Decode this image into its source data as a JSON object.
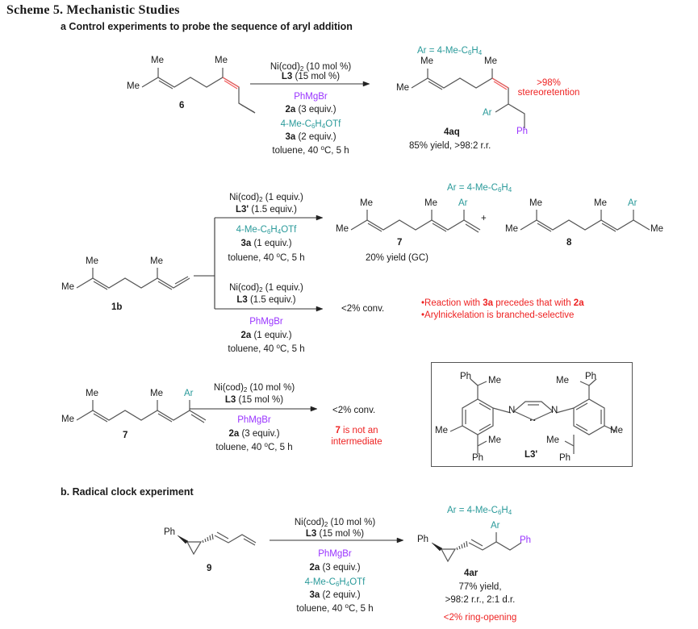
{
  "scheme_title": "Scheme 5. Mechanistic Studies",
  "section_a": {
    "heading": "a Control experiments to probe the sequence of aryl addition",
    "rxn1": {
      "substrate_label": "6",
      "substrate_me1": "Me",
      "substrate_me2": "Me",
      "substrate_me3": "Me",
      "cond_catalyst": "Ni(cod)",
      "cond_catalyst_sub": "2",
      "cond_catalyst_amount": " (10 mol %)",
      "cond_ligand": "L3",
      "cond_ligand_amount": " (15 mol %)",
      "cond_grignard": "PhMgBr",
      "cond_grignard_id": "2a",
      "cond_grignard_amount": " (3 equiv.)",
      "cond_triflate_pre": "4-Me-C",
      "cond_triflate_sub1": "6",
      "cond_triflate_mid": "H",
      "cond_triflate_sub2": "4",
      "cond_triflate_post": "OTf",
      "cond_triflate_id": "3a",
      "cond_triflate_amount": " (2 equiv.)",
      "cond_solvent": "toluene, 40 ",
      "cond_degree": "o",
      "cond_solvent_post": "C, 5 h",
      "ar_def_pre": "Ar = 4-Me-C",
      "ar_def_sub1": "6",
      "ar_def_mid": "H",
      "ar_def_sub2": "4",
      "product_label": "4aq",
      "product_yield": "85% yield, >98:2 r.r.",
      "product_me1": "Me",
      "product_me2": "Me",
      "product_me3": "Me",
      "product_ar": "Ar",
      "product_ph": "Ph",
      "note_line1": ">98%",
      "note_line2": "stereoretention"
    },
    "rxn2": {
      "substrate_label": "1b",
      "substrate_me1": "Me",
      "substrate_me2": "Me",
      "substrate_me3": "Me",
      "upper": {
        "catalyst": "Ni(cod)",
        "catalyst_sub": "2",
        "catalyst_amount": " (1 equiv.)",
        "ligand": "L3'",
        "ligand_amount": " (1.5 equiv.)",
        "triflate_pre": "4-Me-C",
        "triflate_sub1": "6",
        "triflate_mid": "H",
        "triflate_sub2": "4",
        "triflate_post": "OTf",
        "triflate_id": "3a",
        "triflate_amount": " (1 equiv.)",
        "solvent": "toluene, 40 ",
        "degree": "o",
        "solvent_post": "C, 5 h"
      },
      "lower": {
        "catalyst": "Ni(cod)",
        "catalyst_sub": "2",
        "catalyst_amount": " (1 equiv.)",
        "ligand": "L3",
        "ligand_amount": " (1.5 equiv.)",
        "grignard": "PhMgBr",
        "grignard_id": "2a",
        "grignard_amount": " (1 equiv.)",
        "solvent": "toluene, 40 ",
        "degree": "o",
        "solvent_post": "C, 5 h"
      },
      "ar_def_pre": "Ar = 4-Me-C",
      "ar_def_sub1": "6",
      "ar_def_mid": "H",
      "ar_def_sub2": "4",
      "product7_label": "7",
      "product7_yield": "20% yield (GC)",
      "product7_me1": "Me",
      "product7_me2": "Me",
      "product7_me3": "Me",
      "product7_ar": "Ar",
      "plus": "+",
      "product8_label": "8",
      "product8_me1": "Me",
      "product8_me2": "Me",
      "product8_me3": "Me",
      "product8_me4": "Me",
      "product8_ar": "Ar",
      "lower_result": "<2% conv.",
      "bullets": [
        {
          "pre": "Reaction with ",
          "b1": "3a",
          "mid": " precedes that with ",
          "b2": "2a"
        },
        {
          "text": "Arylnickelation is branched-selective"
        }
      ],
      "bullet_char": "•"
    },
    "rxn3": {
      "substrate_label": "7",
      "substrate_me1": "Me",
      "substrate_me2": "Me",
      "substrate_me3": "Me",
      "substrate_ar": "Ar",
      "cond_catalyst": "Ni(cod)",
      "cond_catalyst_sub": "2",
      "cond_catalyst_amount": " (10 mol %)",
      "cond_ligand": "L3",
      "cond_ligand_amount": " (15 mol %)",
      "cond_grignard": "PhMgBr",
      "cond_grignard_id": "2a",
      "cond_grignard_amount": " (3 equiv.)",
      "cond_solvent": "toluene, 40 ",
      "cond_degree": "o",
      "cond_solvent_post": "C, 5 h",
      "result": "<2% conv.",
      "note_bold": "7",
      "note_line1": " is not an",
      "note_line2": "intermediate"
    },
    "ligand_box": {
      "label": "L3'",
      "ph_tl": "Ph",
      "me_tl": "Me",
      "me_tr": "Me",
      "ph_tr": "Ph",
      "me_left": "Me",
      "me_right": "Me",
      "me_bl": "Me",
      "ph_bl": "Ph",
      "me_br": "Me",
      "ph_br": "Ph",
      "n1": "N",
      "n2": "N",
      "carbene_dots": ":"
    }
  },
  "section_b": {
    "heading": "b. Radical clock experiment",
    "substrate_label": "9",
    "substrate_ph": "Ph",
    "cond_catalyst": "Ni(cod)",
    "cond_catalyst_sub": "2",
    "cond_catalyst_amount": " (10 mol %)",
    "cond_ligand": "L3",
    "cond_ligand_amount": " (15 mol %)",
    "cond_grignard": "PhMgBr",
    "cond_grignard_id": "2a",
    "cond_grignard_amount": " (3 equiv.)",
    "cond_triflate_pre": "4-Me-C",
    "cond_triflate_sub1": "6",
    "cond_triflate_mid": "H",
    "cond_triflate_sub2": "4",
    "cond_triflate_post": "OTf",
    "cond_triflate_id": "3a",
    "cond_triflate_amount": " (2 equiv.)",
    "cond_solvent": "toluene, 40 ",
    "cond_degree": "o",
    "cond_solvent_post": "C, 5 h",
    "ar_def_pre": "Ar = 4-Me-C",
    "ar_def_sub1": "6",
    "ar_def_mid": "H",
    "ar_def_sub2": "4",
    "product_label": "4ar",
    "product_ph1": "Ph",
    "product_ar": "Ar",
    "product_ph2": "Ph",
    "yield_line1": "77% yield,",
    "yield_line2": ">98:2 r.r., 2:1 d.r.",
    "note": "<2% ring-opening"
  },
  "colors": {
    "aryl_teal": "#2a9a9a",
    "grignard_purple": "#9933ff",
    "note_red": "#ee2222"
  }
}
